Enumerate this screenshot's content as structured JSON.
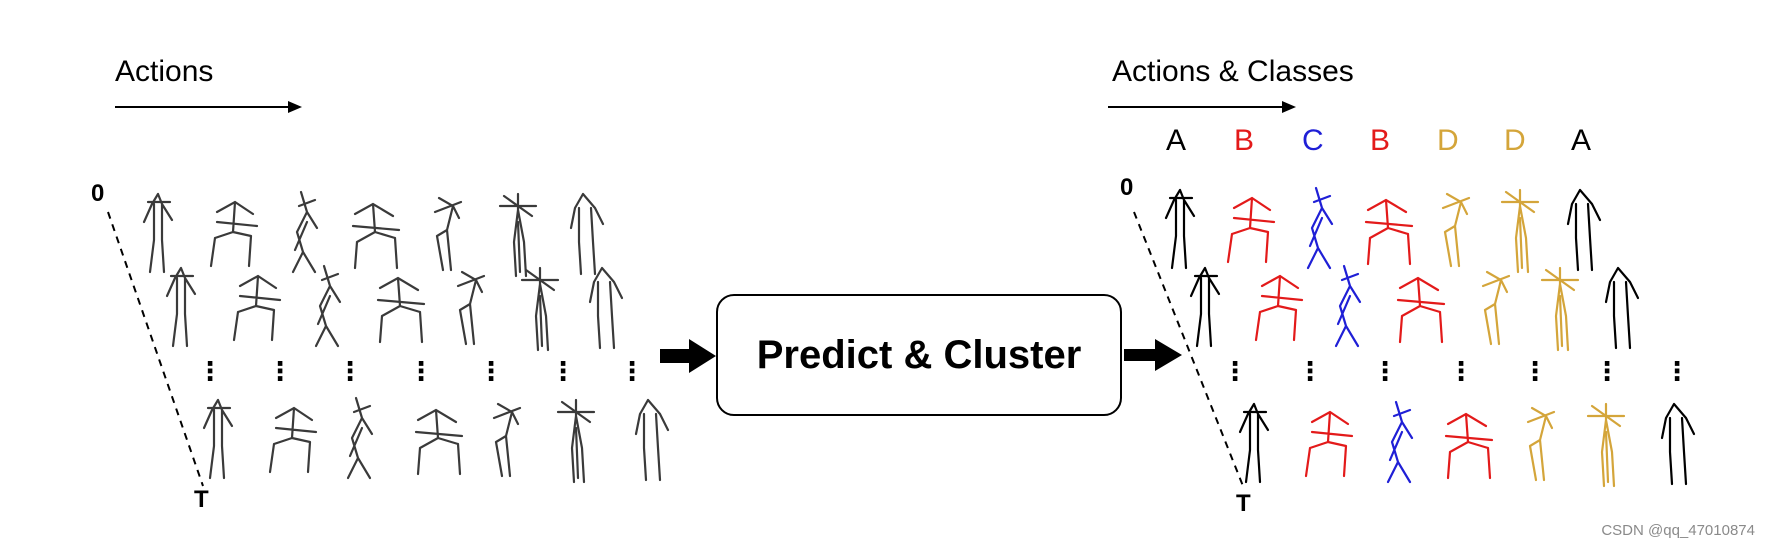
{
  "left_panel": {
    "title": "Actions",
    "time_start": "0",
    "time_end": "T",
    "stroke_color": "#3a3a3a"
  },
  "right_panel": {
    "title": "Actions & Classes",
    "time_start": "0",
    "time_end": "T",
    "class_labels": [
      {
        "letter": "A",
        "color": "#000000"
      },
      {
        "letter": "B",
        "color": "#e31a1a"
      },
      {
        "letter": "C",
        "color": "#1f1fd6"
      },
      {
        "letter": "B",
        "color": "#e31a1a"
      },
      {
        "letter": "D",
        "color": "#d4a53a"
      },
      {
        "letter": "D",
        "color": "#d4a53a"
      },
      {
        "letter": "A",
        "color": "#000000"
      }
    ]
  },
  "process": {
    "label": "Predict & Cluster"
  },
  "ellipsis": "⋮",
  "watermark": "CSDN @qq_47010874",
  "icons": [
    "right-arrow-icon",
    "stick-figure-icon",
    "block-arrow-icon"
  ]
}
